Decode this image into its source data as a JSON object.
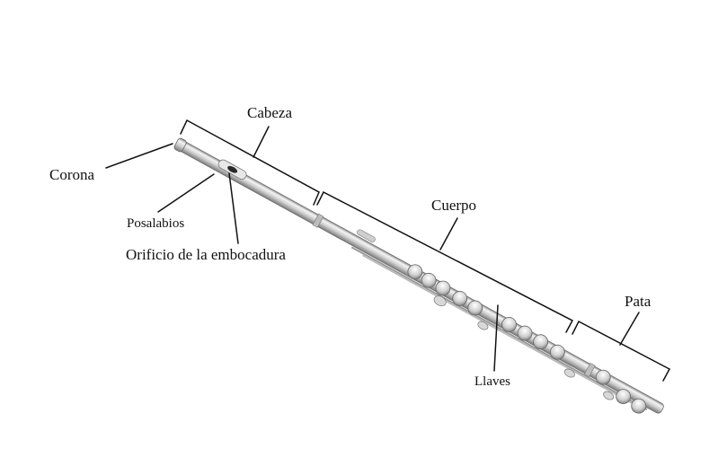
{
  "labels": {
    "cabeza": "Cabeza",
    "corona": "Corona",
    "posalabios": "Posalabios",
    "orificio": "Orificio de la embocadura",
    "cuerpo": "Cuerpo",
    "pata": "Pata",
    "llaves": "Llaves"
  },
  "colors": {
    "line": "#111111",
    "silver_light": "#f2f2f2",
    "silver_mid": "#c9c9c9",
    "silver_dark": "#8c8c8c"
  }
}
